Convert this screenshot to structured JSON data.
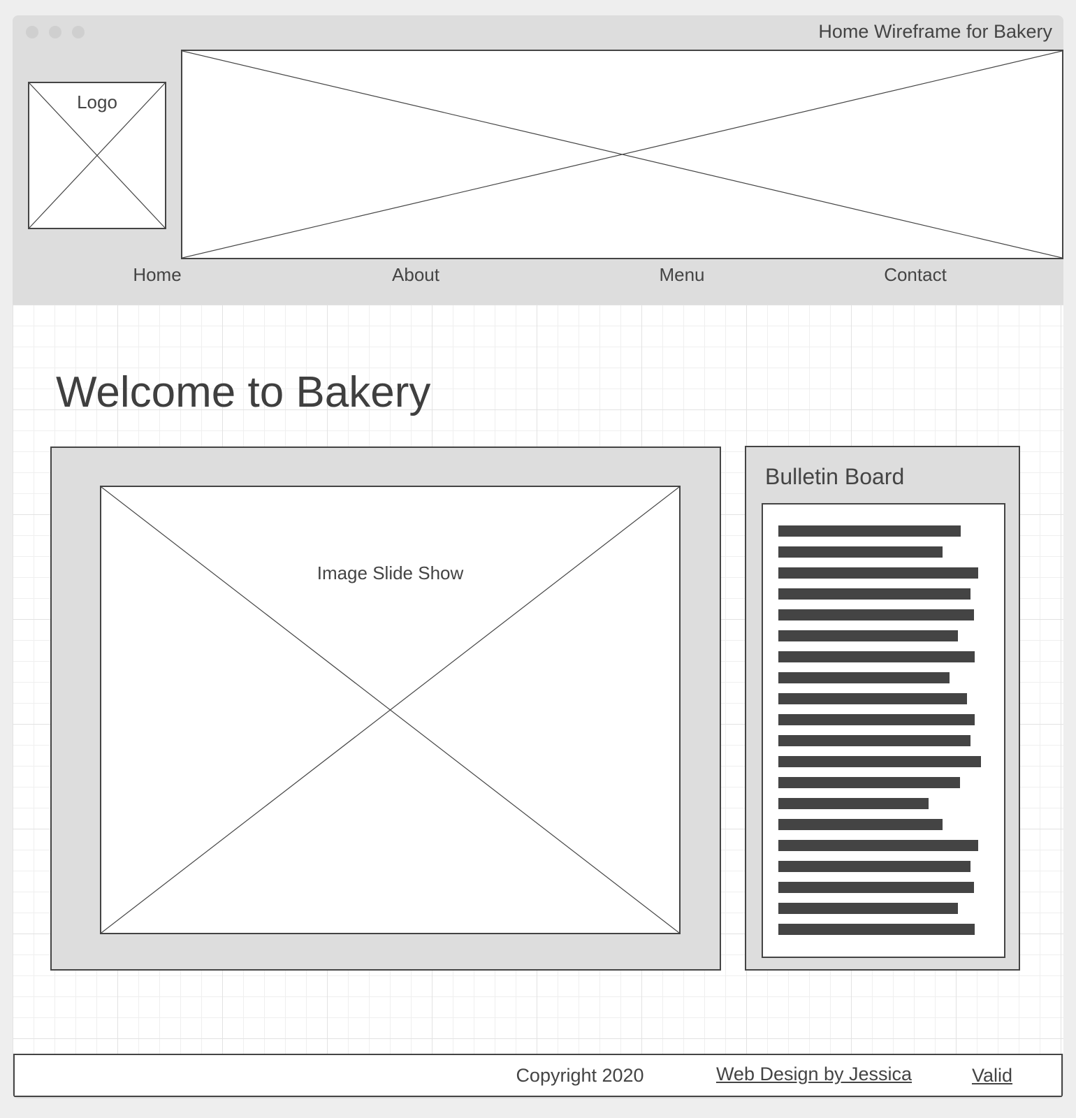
{
  "window": {
    "title": "Home Wireframe for Bakery"
  },
  "header": {
    "logo_label": "Logo"
  },
  "nav": {
    "items": [
      {
        "label": "Home"
      },
      {
        "label": "About"
      },
      {
        "label": "Menu"
      },
      {
        "label": "Contact"
      }
    ]
  },
  "main": {
    "heading": "Welcome to Bakery",
    "slideshow_label": "Image Slide Show",
    "bulletin": {
      "title": "Bulletin Board"
    }
  },
  "footer": {
    "copyright": "Copyright 2020",
    "credit_link": "Web Design by Jessica",
    "valid_link": "Valid"
  },
  "colors": {
    "stroke": "#444444",
    "panel": "#dddddd",
    "background": "#eeeeee"
  }
}
